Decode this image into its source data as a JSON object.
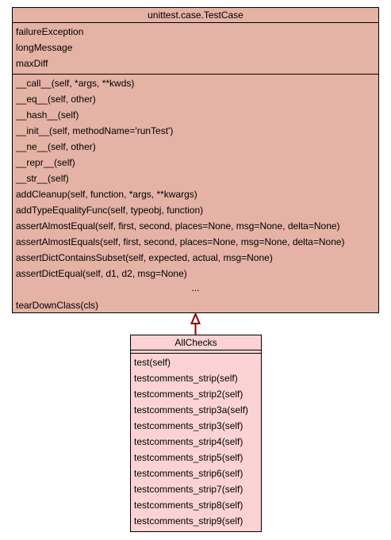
{
  "colors": {
    "base_fill": "#e5b2a6",
    "derived_fill": "#fbd3d4",
    "border": "#000000",
    "arrow": "#8b0000"
  },
  "base_class": {
    "name": "unittest.case.TestCase",
    "attributes": [
      "failureException",
      "longMessage",
      "maxDiff"
    ],
    "methods_before_ellipsis": [
      "__call__(self, *args, **kwds)",
      "__eq__(self, other)",
      "__hash__(self)",
      "__init__(self, methodName='runTest')",
      "__ne__(self, other)",
      "__repr__(self)",
      "__str__(self)",
      "addCleanup(self, function, *args, **kwargs)",
      "addTypeEqualityFunc(self, typeobj, function)",
      "assertAlmostEqual(self, first, second, places=None, msg=None, delta=None)",
      "assertAlmostEquals(self, first, second, places=None, msg=None, delta=None)",
      "assertDictContainsSubset(self, expected, actual, msg=None)",
      "assertDictEqual(self, d1, d2, msg=None)"
    ],
    "ellipsis": "...",
    "methods_after_ellipsis": [
      "tearDownClass(cls)"
    ]
  },
  "derived_class": {
    "name": "AllChecks",
    "methods": [
      "test(self)",
      "testcomments_strip(self)",
      "testcomments_strip2(self)",
      "testcomments_strip3a(self)",
      "testcomments_strip3(self)",
      "testcomments_strip4(self)",
      "testcomments_strip5(self)",
      "testcomments_strip6(self)",
      "testcomments_strip7(self)",
      "testcomments_strip8(self)",
      "testcomments_strip9(self)"
    ]
  },
  "relation": {
    "type": "inheritance",
    "from": "AllChecks",
    "to": "unittest.case.TestCase"
  }
}
